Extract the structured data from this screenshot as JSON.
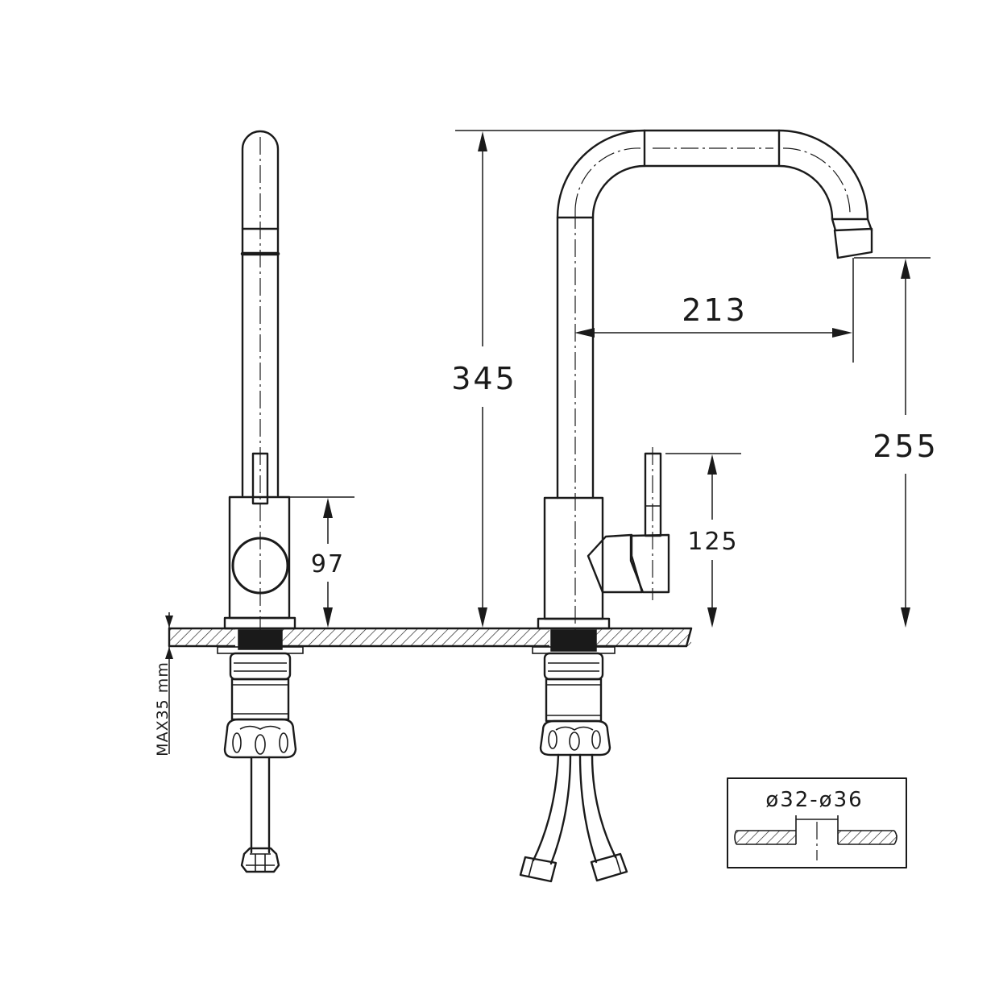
{
  "dimensions": {
    "total_height": "345",
    "spout_reach": "213",
    "spout_height": "255",
    "handle_height": "125",
    "side_body_height": "97",
    "max_deck_thickness": "MAX35 mm"
  },
  "inset": {
    "hole_diameter_range": "ø32-ø36"
  }
}
